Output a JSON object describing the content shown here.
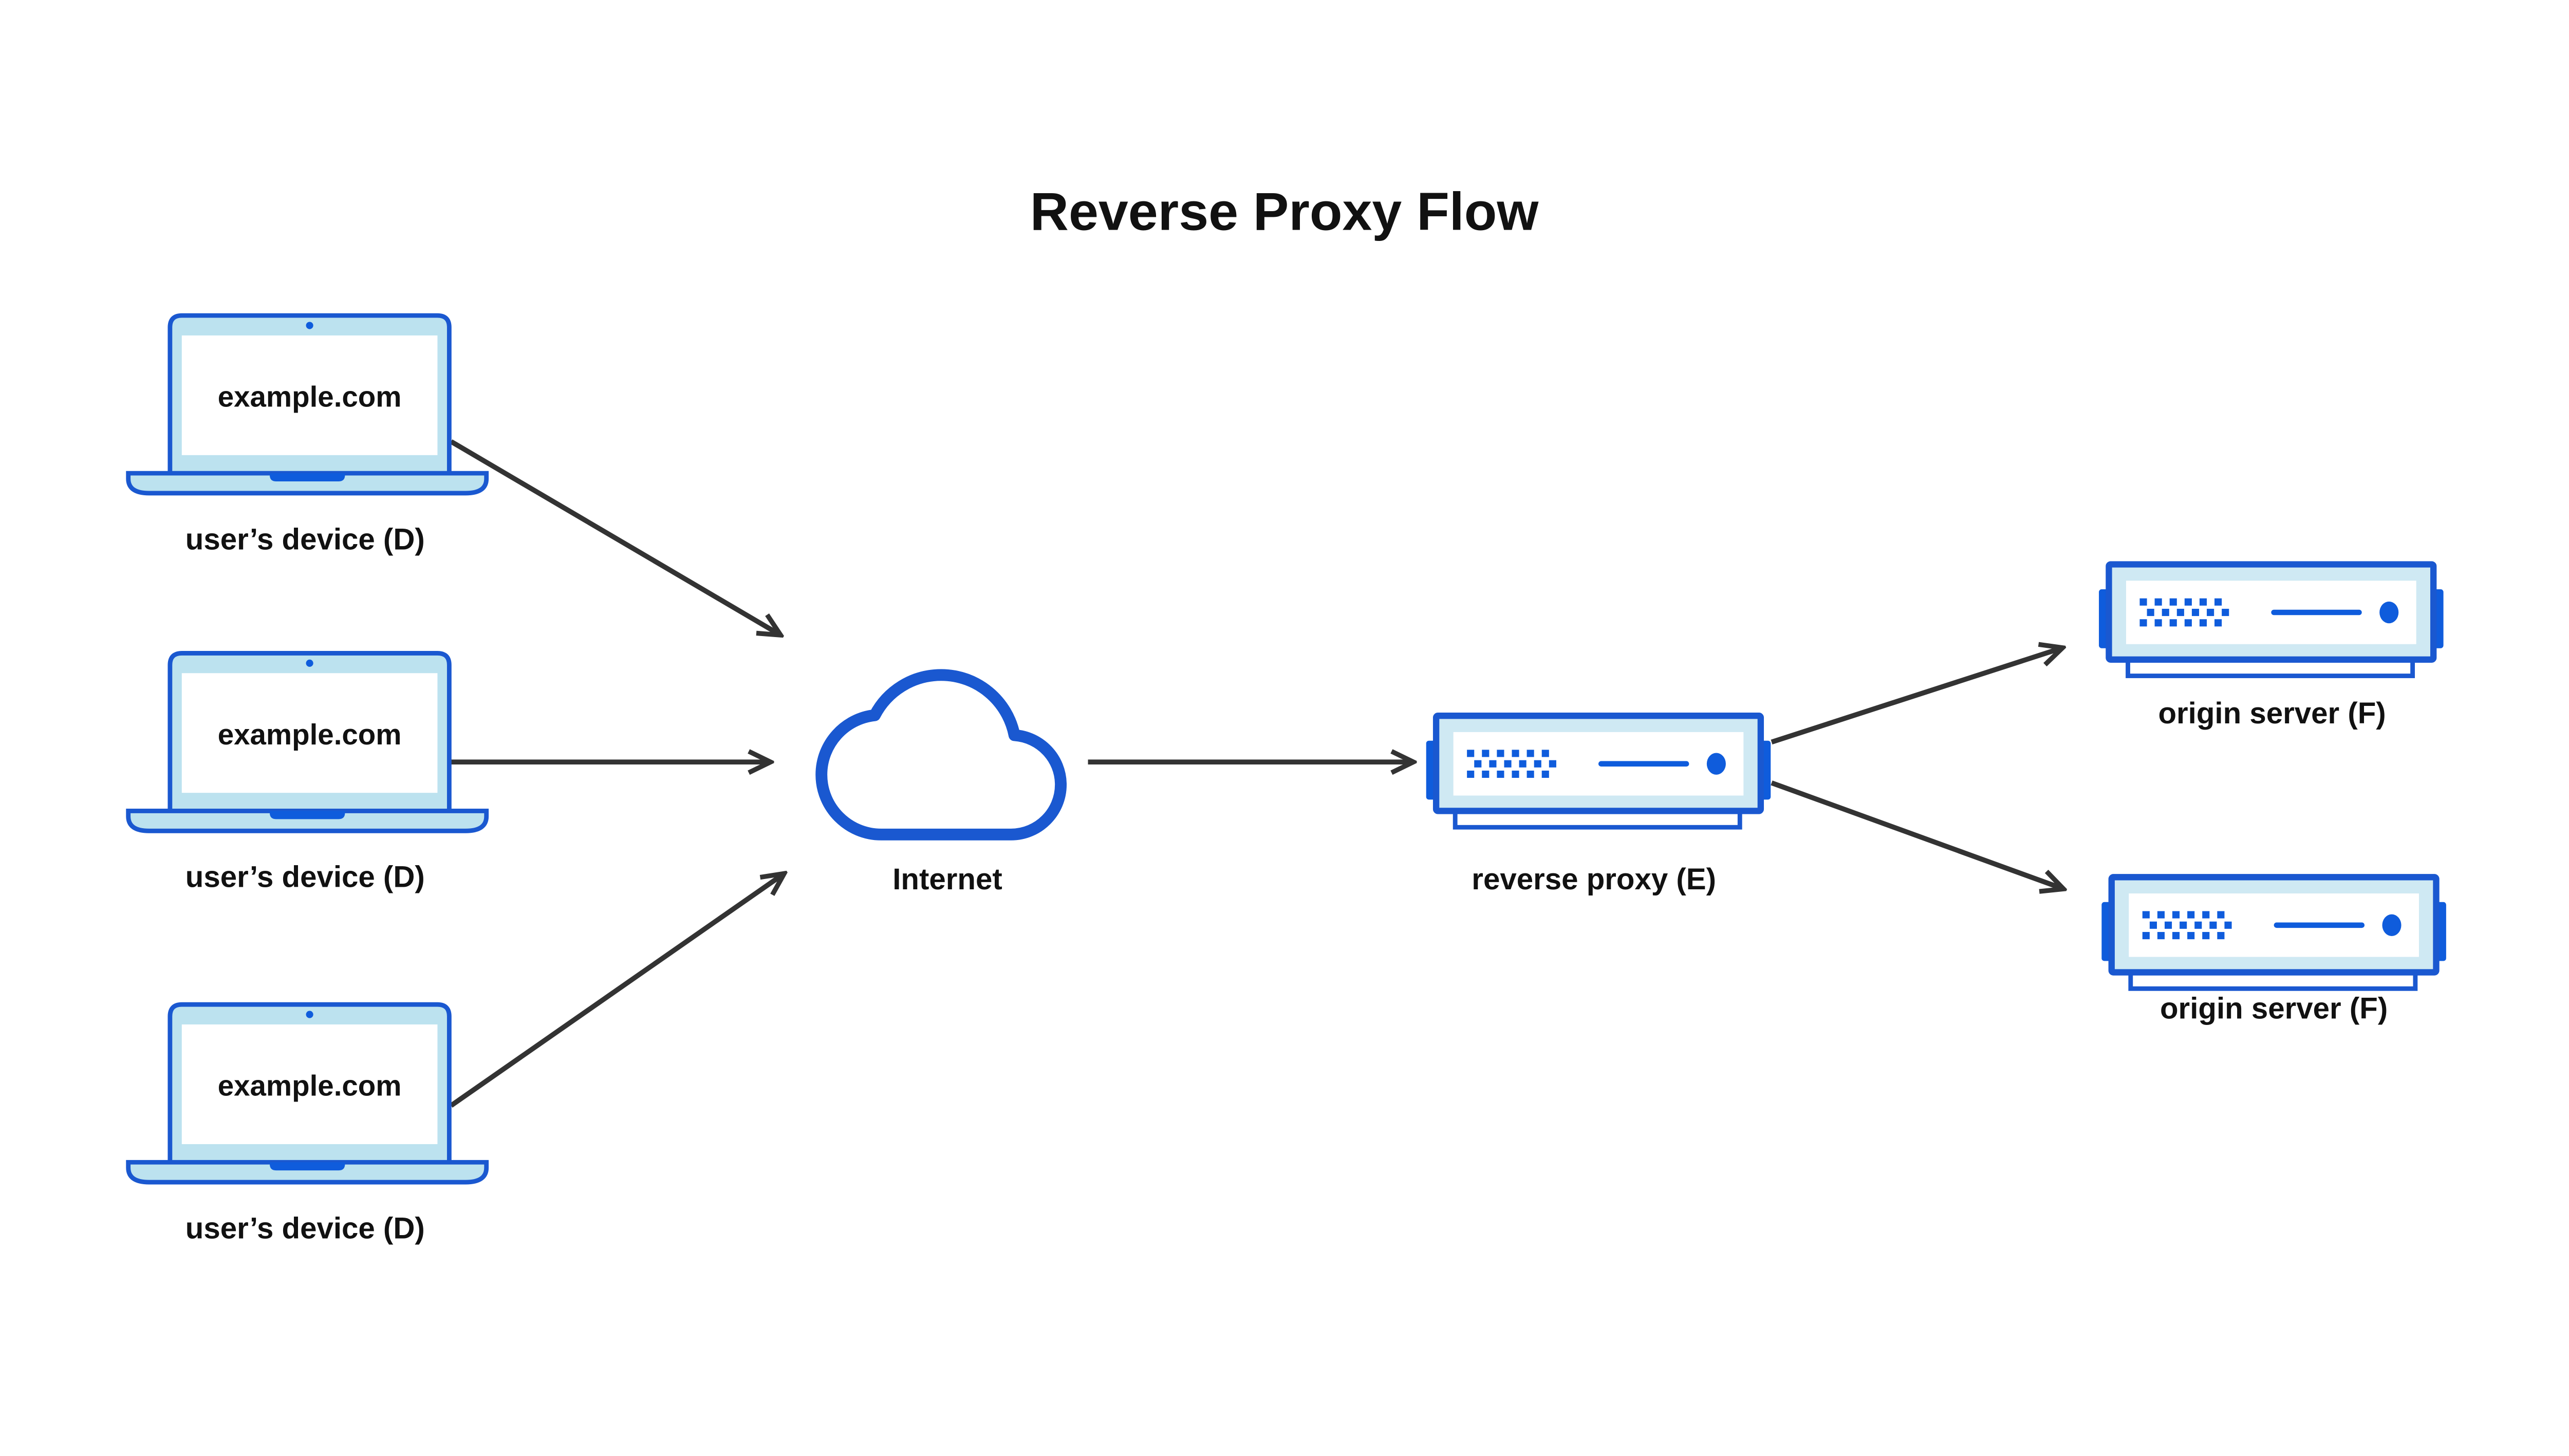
{
  "title": "Reverse Proxy Flow",
  "colors": {
    "canvas_bg": "#ffffff",
    "white": "#ffffff",
    "outline_blue": "#1a58d0",
    "solid_blue": "#0f5cdc",
    "laptop_light": "#bce2ef",
    "server_light": "#cfe9f3",
    "arrow_dark": "#333333",
    "text_dark": "#111111"
  },
  "nodes": {
    "devices": [
      {
        "id": "user-device-1",
        "screen_text": "example.com",
        "label": "user’s device (D)"
      },
      {
        "id": "user-device-2",
        "screen_text": "example.com",
        "label": "user’s device (D)"
      },
      {
        "id": "user-device-3",
        "screen_text": "example.com",
        "label": "user’s device (D)"
      }
    ],
    "internet": {
      "id": "internet",
      "label": "Internet"
    },
    "reverse_proxy": {
      "id": "reverse-proxy",
      "label": "reverse proxy (E)"
    },
    "origin_servers": [
      {
        "id": "origin-server-1",
        "label": "origin server (F)"
      },
      {
        "id": "origin-server-2",
        "label": "origin server (F)"
      }
    ]
  },
  "edges": [
    {
      "from": "user-device-1",
      "to": "internet"
    },
    {
      "from": "user-device-2",
      "to": "internet"
    },
    {
      "from": "user-device-3",
      "to": "internet"
    },
    {
      "from": "internet",
      "to": "reverse-proxy"
    },
    {
      "from": "reverse-proxy",
      "to": "origin-server-1"
    },
    {
      "from": "reverse-proxy",
      "to": "origin-server-2"
    }
  ]
}
